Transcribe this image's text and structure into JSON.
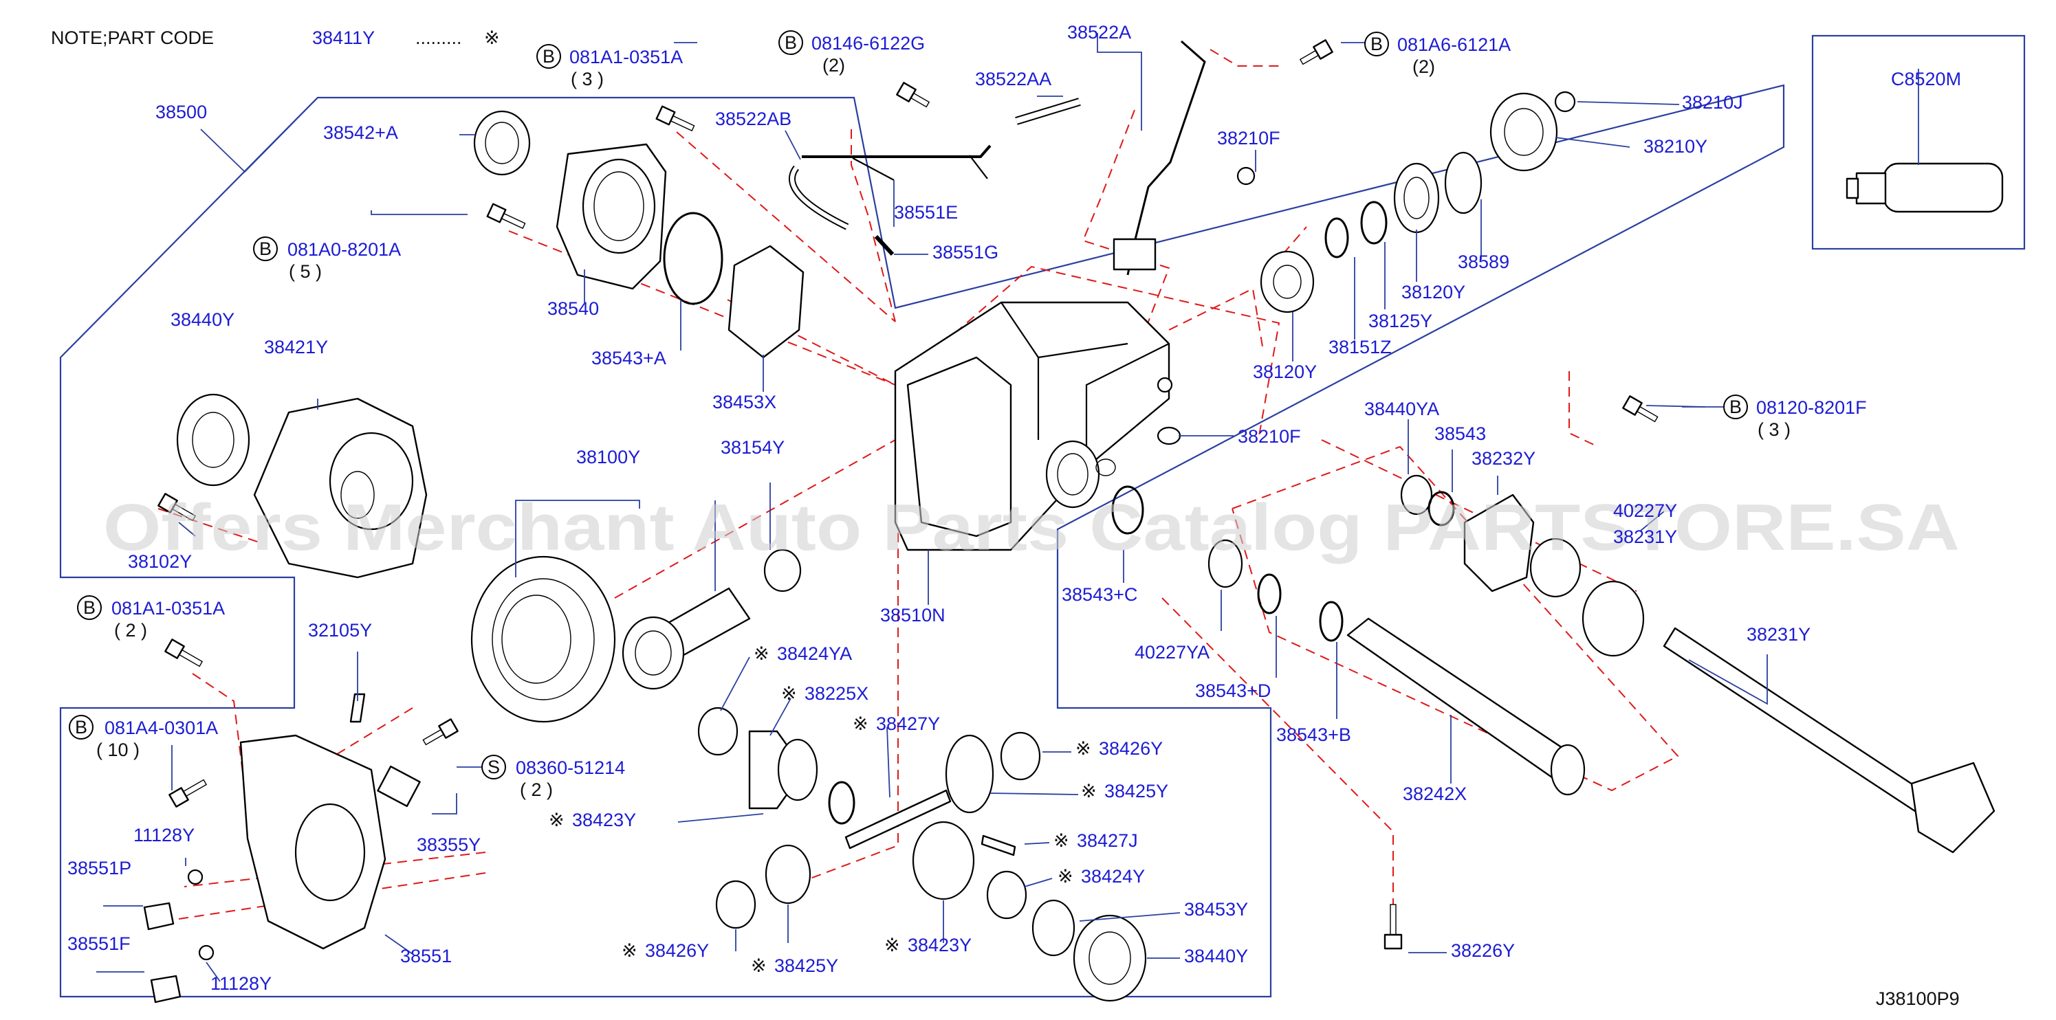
{
  "note": {
    "prefix": "NOTE;PART   CODE",
    "code": "38411Y",
    "dots": ".........",
    "mark": "※"
  },
  "diagram_code": "J38100P9",
  "watermark": "Offers Merchant Auto Parts Catalog PARTSTORE.SA",
  "bolt_prefix": "B",
  "screw_prefix": "S",
  "inset_part": "C8520M",
  "bolt_callouts": [
    {
      "code": "081A1-0351A",
      "qty": "( 3 )"
    },
    {
      "code": "08146-6122G",
      "qty": "(2)"
    },
    {
      "code": "081A6-6121A",
      "qty": "(2)"
    },
    {
      "code": "081A0-8201A",
      "qty": "( 5 )"
    },
    {
      "code": "08120-8201F",
      "qty": "( 3 )"
    },
    {
      "code": "081A1-0351A",
      "qty": "( 2 )"
    },
    {
      "code": "081A4-0301A",
      "qty": "( 10 )"
    },
    {
      "code": "08360-51214",
      "qty": "( 2   )"
    }
  ],
  "labels": [
    "38500",
    "38542+A",
    "38540",
    "38543+A",
    "38453X",
    "38522AB",
    "38522AA",
    "38522A",
    "38551E",
    "38551G",
    "38210F",
    "38210J",
    "38210Y",
    "38589",
    "38120Y",
    "38125Y",
    "38151Z",
    "38120Y",
    "38440Y",
    "38421Y",
    "38102Y",
    "38100Y",
    "38154Y",
    "38510N",
    "38210F",
    "38440YA",
    "38543",
    "38232Y",
    "40227Y",
    "38231Y",
    "38543+C",
    "40227YA",
    "38543+D",
    "38543+B",
    "38231Y",
    "38242X",
    "32105Y",
    "38355Y",
    "11128Y",
    "38551P",
    "38551F",
    "11128Y",
    "38551",
    "38424YA",
    "38225X",
    "38427Y",
    "38426Y",
    "38425Y",
    "38423Y",
    "38427J",
    "38424Y",
    "38453Y",
    "38440Y",
    "38426Y",
    "38425Y",
    "38423Y",
    "38226Y"
  ]
}
